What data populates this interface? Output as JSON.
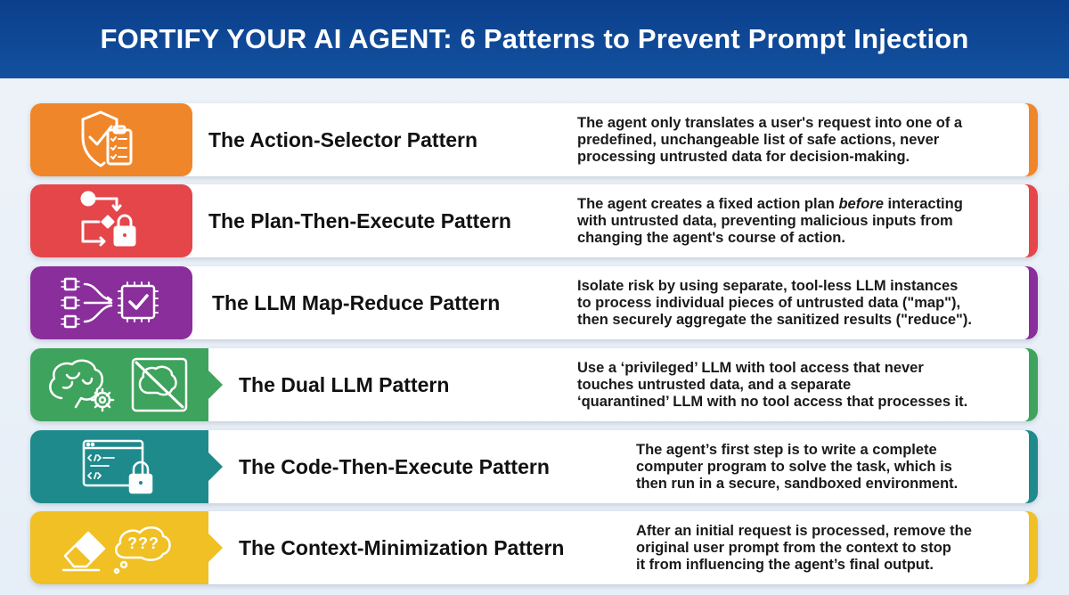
{
  "header": {
    "title": "FORTIFY YOUR AI AGENT: 6 Patterns to Prevent Prompt Injection"
  },
  "colors": {
    "header": "#0f4996",
    "orange": "#f0862a",
    "red": "#e4464a",
    "purple": "#8a2e9c",
    "green": "#3ea35c",
    "teal": "#1e8a8c",
    "yellow": "#f0c024"
  },
  "patterns": [
    {
      "title": "The Action-Selector Pattern",
      "icon": "shield-clipboard-icon",
      "lines": [
        "The agent only translates a user's request into one of a",
        "predefined, unchangeable list of safe actions, never",
        "processing untrusted data for decision-making."
      ]
    },
    {
      "title": "The Plan-Then-Execute Pattern",
      "icon": "flowchart-lock-icon",
      "line1_pre": "The agent creates a fixed action plan ",
      "line1_em": "before",
      "line1_post": " interacting",
      "lines": [
        "",
        "with untrusted data, preventing malicious inputs from",
        "changing the agent's course of action."
      ]
    },
    {
      "title": "The LLM Map-Reduce Pattern",
      "icon": "chips-map-reduce-icon",
      "lines": [
        "Isolate risk by using separate, tool-less LLM instances",
        "to process individual pieces of untrusted data (\"map\"),",
        "then securely aggregate the sanitized results (\"reduce\")."
      ]
    },
    {
      "title": "The Dual LLM Pattern",
      "icon": "dual-brain-icon",
      "lines": [
        "Use a ‘privileged’ LLM with tool access that never",
        "touches untrusted data, and a separate",
        "‘quarantined’ LLM with no tool access that processes it."
      ]
    },
    {
      "title": "The Code-Then-Execute Pattern",
      "icon": "code-window-lock-icon",
      "lines": [
        "The agent’s first step is to write a complete",
        "computer program to solve the task, which is",
        "then run in a secure, sandboxed environment."
      ]
    },
    {
      "title": "The Context-Minimization Pattern",
      "icon": "eraser-thought-icon",
      "thought_text": "???",
      "lines": [
        "After an initial request is processed, remove the",
        "original user prompt from the context to stop",
        "it from influencing the agent’s final output."
      ]
    }
  ]
}
